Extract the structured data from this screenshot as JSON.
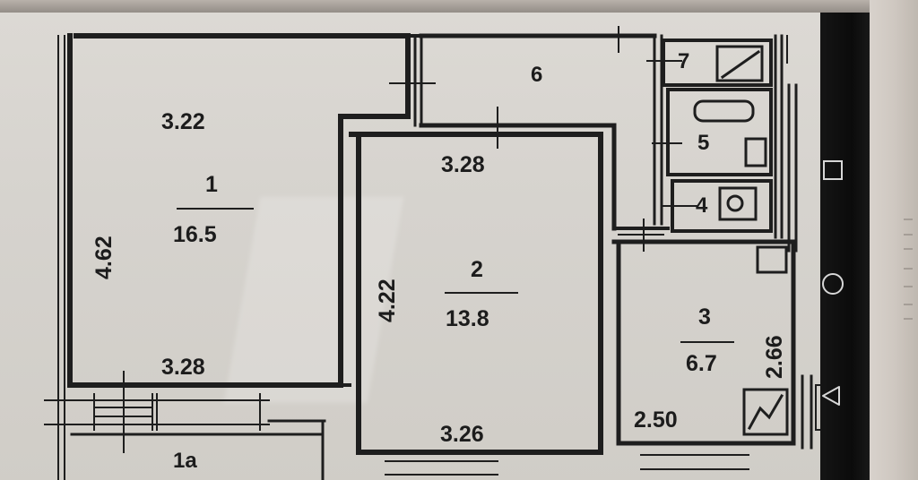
{
  "floor_plan": {
    "rooms": [
      {
        "id": "1",
        "area": "16.5",
        "dims": {
          "top": "3.22",
          "side": "4.62",
          "bottom": "3.28"
        }
      },
      {
        "id": "2",
        "area": "13.8",
        "dims": {
          "top": "3.28",
          "side": "4.22",
          "bottom": "3.26"
        }
      },
      {
        "id": "3",
        "area": "6.7",
        "dims": {
          "side": "2.66",
          "bottom": "2.50"
        }
      },
      {
        "id": "4"
      },
      {
        "id": "5"
      },
      {
        "id": "6"
      },
      {
        "id": "7"
      },
      {
        "id": "1a"
      }
    ]
  },
  "phone": {
    "nav_icons": [
      "square-recent-apps-icon",
      "circle-home-icon",
      "triangle-back-icon"
    ],
    "ink_color": "#1c1c1c",
    "paper_color": "#d8d5d0",
    "bezel_color": "#101010"
  }
}
